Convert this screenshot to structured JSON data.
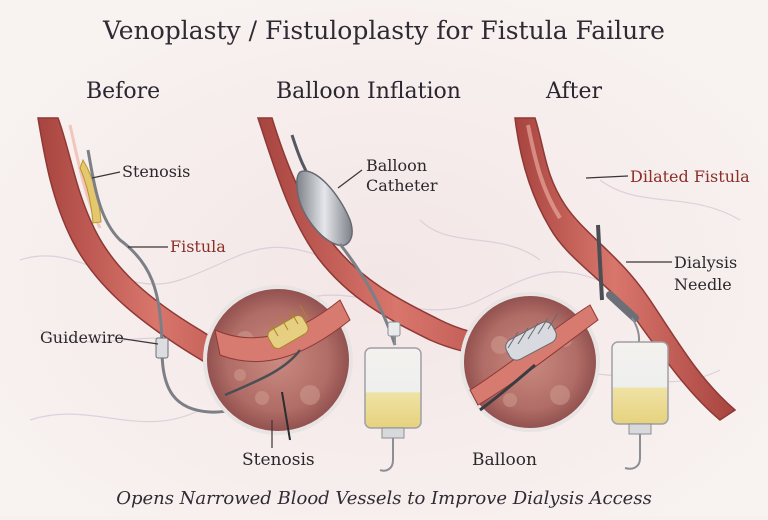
{
  "title": "Venoplasty / Fistuloplasty for Fistula Failure",
  "panels": {
    "before": "Before",
    "inflation": "Balloon Inflation",
    "after": "After"
  },
  "labels": {
    "stenosis_top": "Stenosis",
    "fistula": "Fistula",
    "guidewire": "Guidewire",
    "balloon_catheter_1": "Balloon",
    "balloon_catheter_2": "Catheter",
    "dilated_fistula": "Dilated Fistula",
    "dialysis_1": "Dialysis",
    "dialysis_2": "Needle",
    "stenosis_bottom": "Stenosis",
    "balloon_bottom": "Balloon"
  },
  "caption": "Opens Narrowed Blood Vessels to Improve Dialysis Access",
  "colors": {
    "background": "#f7f1ee",
    "vessel": "#c9605a",
    "vessel_dark": "#9e3e3a",
    "vessel_light": "#e7a49a",
    "stenosis_plaque": "#e2c36a",
    "balloon": "#b9bcc3",
    "wire": "#7d7f86",
    "bag_fluid": "#efe3a8",
    "leader": "#3a3538",
    "label_red": "#8b2f28"
  }
}
